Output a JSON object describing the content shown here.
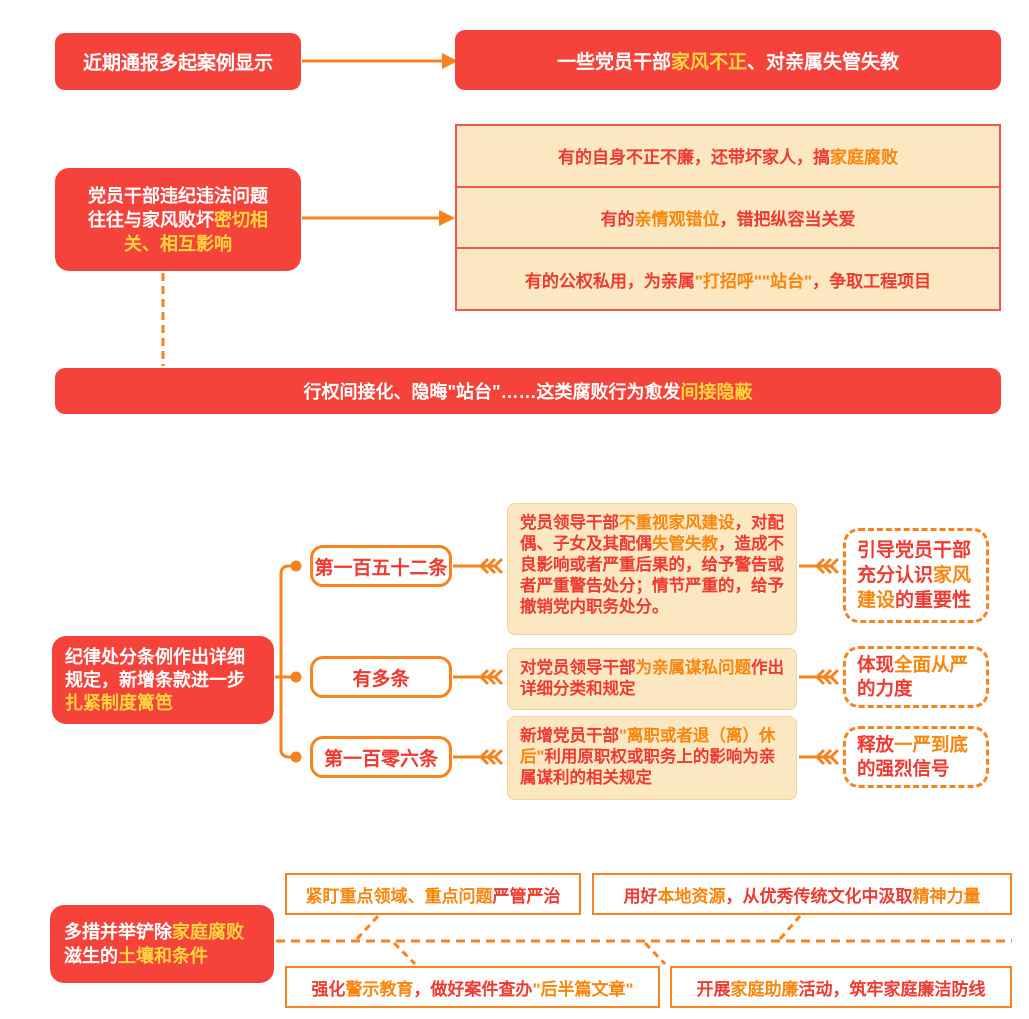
{
  "colors": {
    "box_red": "#F5433C",
    "highlight_yellow": "#FFD53E",
    "text_red": "#EE3A30",
    "text_orange": "#F8860D",
    "connector_orange": "#F8821D",
    "cream_bg": "#FBE7C2",
    "stack_border_salmon": "#F2564C"
  },
  "section1": {
    "trigger": {
      "segments": [
        {
          "text": "近期通报多起案例显示",
          "color": "white"
        }
      ]
    },
    "result": {
      "segments": [
        {
          "text": "一些党员干部",
          "color": "white"
        },
        {
          "text": "家风不正",
          "color": "yellow"
        },
        {
          "text": "、对亲属失管失教",
          "color": "white"
        }
      ]
    }
  },
  "section2": {
    "cause": {
      "segments": [
        {
          "text": "党员干部违纪违法问题往往与家风败坏",
          "color": "white"
        },
        {
          "text": "密切相关、相互影响",
          "color": "yellow"
        }
      ]
    },
    "examples": [
      {
        "segments": [
          {
            "text": "有的自身不正不廉，还带坏家人，搞",
            "color": "red"
          },
          {
            "text": "家庭腐败",
            "color": "orange"
          }
        ]
      },
      {
        "segments": [
          {
            "text": "有的",
            "color": "red"
          },
          {
            "text": "亲情观错位",
            "color": "orange"
          },
          {
            "text": "，错把纵容当关爱",
            "color": "red"
          }
        ]
      },
      {
        "segments": [
          {
            "text": "有的公权私用，为亲属",
            "color": "red"
          },
          {
            "text": "\"打招呼\"\"站台\"",
            "color": "orange"
          },
          {
            "text": "，争取工程项目",
            "color": "red"
          }
        ]
      }
    ],
    "banner": {
      "segments": [
        {
          "text": "行权间接化、隐晦\"站台\"……这类腐败行为愈发",
          "color": "white"
        },
        {
          "text": "间接隐蔽",
          "color": "yellow"
        }
      ]
    }
  },
  "section3": {
    "intro": {
      "segments": [
        {
          "text": "纪律处分条例作出详细规定，新增条款进一步",
          "color": "white"
        },
        {
          "text": "扎紧制度篱笆",
          "color": "yellow"
        }
      ]
    },
    "rows": [
      {
        "clause": "第一百五十二条",
        "detail": {
          "segments": [
            {
              "text": "党员领导干部",
              "color": "red"
            },
            {
              "text": "不重视家风建设",
              "color": "orange"
            },
            {
              "text": "，对配偶、子女及其配偶",
              "color": "red"
            },
            {
              "text": "失管失教",
              "color": "orange"
            },
            {
              "text": "，造成不良影响或者严重后果的，给予警告或者严重警告处分；情节严重的，给予撤销党内职务处分。",
              "color": "red"
            }
          ]
        },
        "effect": {
          "segments": [
            {
              "text": "引导党员干部充分认识",
              "color": "red"
            },
            {
              "text": "家风建设",
              "color": "orange"
            },
            {
              "text": "的重要性",
              "color": "red"
            }
          ]
        }
      },
      {
        "clause": "有多条",
        "detail": {
          "segments": [
            {
              "text": "对党员领导干部",
              "color": "red"
            },
            {
              "text": "为亲属谋私问题",
              "color": "orange"
            },
            {
              "text": "作出详细分类和规定",
              "color": "red"
            }
          ]
        },
        "effect": {
          "segments": [
            {
              "text": "体现",
              "color": "red"
            },
            {
              "text": "全面从严",
              "color": "orange"
            },
            {
              "text": "的力度",
              "color": "red"
            }
          ]
        }
      },
      {
        "clause": "第一百零六条",
        "detail": {
          "segments": [
            {
              "text": "新增党员干部",
              "color": "red"
            },
            {
              "text": "\"离职或者退（离）休后\"",
              "color": "orange"
            },
            {
              "text": "利用原职权或职务上的影响为亲属谋利的相关规定",
              "color": "red"
            }
          ]
        },
        "effect": {
          "segments": [
            {
              "text": "释放",
              "color": "red"
            },
            {
              "text": "一严到底",
              "color": "orange"
            },
            {
              "text": "的强烈信号",
              "color": "red"
            }
          ]
        }
      }
    ]
  },
  "section4": {
    "lead": {
      "segments": [
        {
          "text": "多措并举铲除",
          "color": "white"
        },
        {
          "text": "家庭腐败",
          "color": "yellow"
        },
        {
          "text": "滋生的",
          "color": "white"
        },
        {
          "text": "土壤和条件",
          "color": "yellow"
        }
      ]
    },
    "measures": [
      {
        "segments": [
          {
            "text": "紧盯重点领域、重点问题",
            "color": "orange"
          },
          {
            "text": "严管严治",
            "color": "red"
          }
        ]
      },
      {
        "segments": [
          {
            "text": "用好",
            "color": "red"
          },
          {
            "text": "本地资源",
            "color": "orange"
          },
          {
            "text": "，从优秀传统文化中汲取",
            "color": "red"
          },
          {
            "text": "精神力量",
            "color": "orange"
          }
        ]
      },
      {
        "segments": [
          {
            "text": "强化",
            "color": "red"
          },
          {
            "text": "警示教育",
            "color": "orange"
          },
          {
            "text": "，做好案件查办",
            "color": "red"
          },
          {
            "text": "\"后半篇文章\"",
            "color": "orange"
          }
        ]
      },
      {
        "segments": [
          {
            "text": "开展",
            "color": "red"
          },
          {
            "text": "家庭助廉",
            "color": "orange"
          },
          {
            "text": "活动，筑牢家庭廉洁防线",
            "color": "red"
          }
        ]
      }
    ]
  }
}
